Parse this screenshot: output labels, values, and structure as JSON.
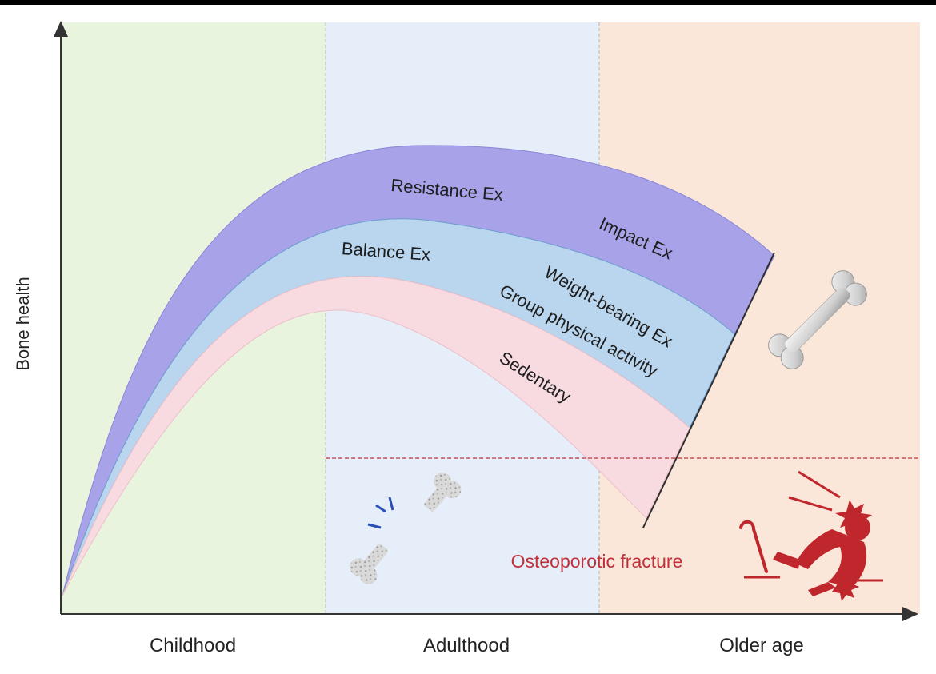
{
  "figure": {
    "y_axis_label": "Bone health",
    "stages": [
      "Childhood",
      "Adulthood",
      "Older age"
    ],
    "band_labels": {
      "resistance": "Resistance Ex",
      "impact": "Impact Ex",
      "balance": "Balance Ex",
      "weight_bearing": "Weight-bearing Ex",
      "group": "Group physical activity",
      "sedentary": "Sedentary"
    },
    "threshold_label": "Osteoporotic fracture",
    "colors": {
      "childhood_bg": "#e9f4df",
      "adulthood_bg": "#e6eef9",
      "older_bg": "#fbe7d9",
      "resistance_band": "#a8a3e8",
      "balance_band": "#b9d6ee",
      "sedentary_band": "#f7dbe1",
      "threshold": "#c0303a",
      "fracture_icon": "#c0272d",
      "bone": "#d8d8d8"
    },
    "icons": {
      "healthy_bone": "bone-icon",
      "broken_bone": "broken-bone-icon",
      "fall": "falling-person-icon",
      "cane": "cane-icon"
    }
  }
}
